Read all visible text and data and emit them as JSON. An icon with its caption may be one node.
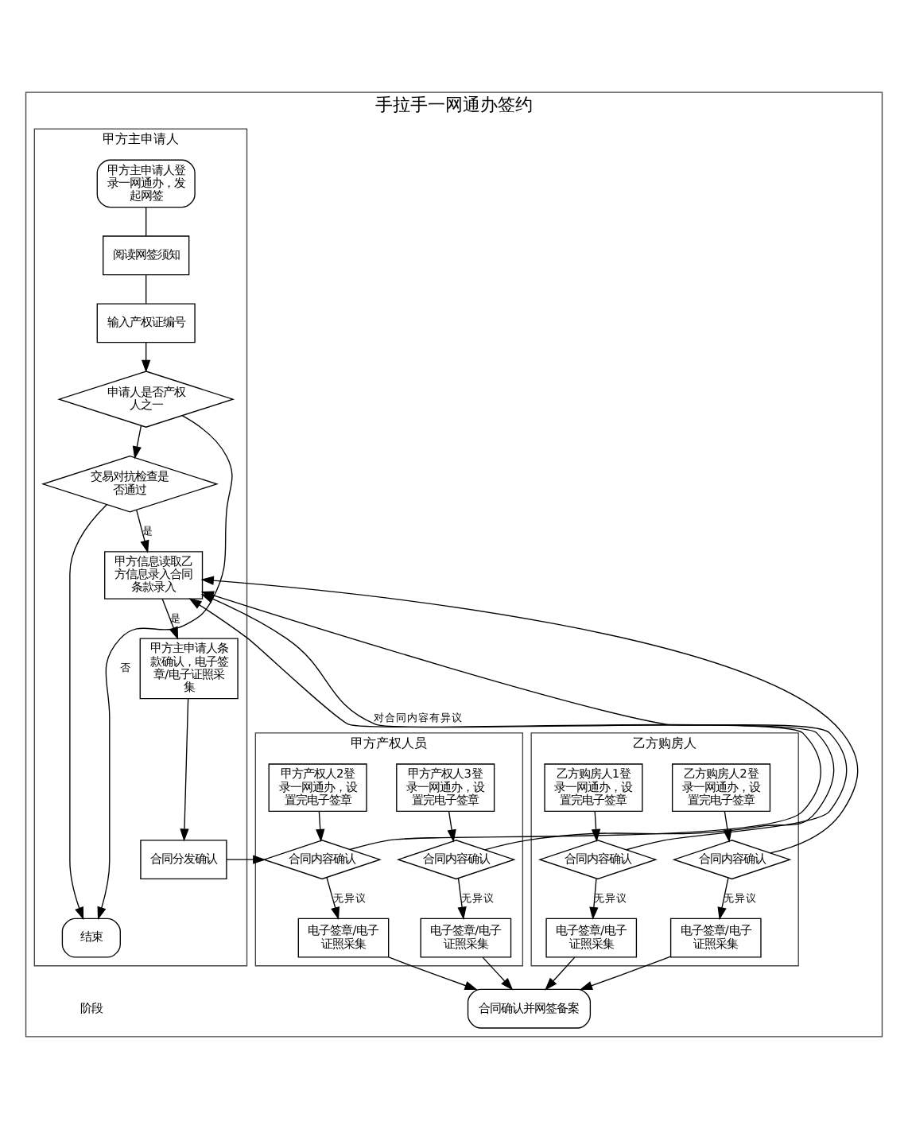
{
  "diagram": {
    "nodes": [
      {
        "text": [
          "手拉手一网通办签约"
        ]
      },
      {
        "text": [
          "甲方主申请人"
        ],
        "in": 0
      },
      {
        "text": [
          "甲方产权人员"
        ],
        "in": 0
      },
      {
        "text": [
          "乙方购房人"
        ],
        "in": 0
      },
      {
        "text": [
          "甲方主申请人登录一网通办，发起网签"
        ],
        "in": 1
      },
      {
        "text": [
          "阅读网签须知"
        ],
        "in": 1
      },
      {
        "text": [
          "输入产权证编号"
        ],
        "in": 1
      },
      {
        "text": [
          "申请人是否产权人之一"
        ],
        "in": 1
      },
      {
        "text": [
          "交易对抗检查是否通过"
        ],
        "in": 1
      },
      {
        "text": [
          "甲方信息读取乙方信息录入合同条款录入"
        ],
        "in": 1
      },
      {
        "text": [
          "甲方主申请人条款确认，电子签章/电子证照采集"
        ],
        "in": 1
      },
      {
        "text": [
          "合同分发确认"
        ],
        "in": 1
      },
      {
        "text": [
          "结束"
        ],
        "in": 1
      },
      {
        "text": [
          "甲方产权人2登录一网通办，设置完电子签章"
        ],
        "in": 2
      },
      {
        "text": [
          "甲方产权人3登录一网通办，设置完电子签章"
        ],
        "in": 2
      },
      {
        "text": [
          "乙方购房人1登录一网通办，设置完电子签章"
        ],
        "in": 3
      },
      {
        "text": [
          "乙方购房人2登录一网通办，设置完电子签章"
        ],
        "in": 3
      },
      {
        "text": [
          "合同内容确认"
        ],
        "in": 2
      },
      {
        "text": [
          "合同内容确认"
        ],
        "in": 2
      },
      {
        "text": [
          "合同内容确认"
        ],
        "in": 3
      },
      {
        "text": [
          "合同内容确认"
        ],
        "in": 3
      },
      {
        "text": [
          "电子签章/电子证照采集"
        ],
        "in": 2
      },
      {
        "text": [
          "电子签章/电子证照采集"
        ],
        "in": 2
      },
      {
        "text": [
          "电子签章/电子证照采集"
        ],
        "in": 3
      },
      {
        "text": [
          "电子签章/电子证照采集"
        ],
        "in": 3
      },
      {
        "text": [
          "合同确认并网签备案"
        ],
        "in": 0
      }
    ],
    "edges": [
      {
        "from": 4,
        "to": 5,
        "arrow": "none"
      },
      {
        "from": 5,
        "to": 6,
        "arrow": "none"
      },
      {
        "from": 6,
        "to": 7,
        "arrow": "to"
      },
      {
        "from": 7,
        "to": 8,
        "arrow": "to"
      },
      {
        "from": 8,
        "to": 9,
        "arrow": "to",
        "label": "是"
      },
      {
        "from": 9,
        "to": 10,
        "arrow": "to",
        "label": "是"
      },
      {
        "from": 10,
        "to": 11,
        "arrow": "to"
      },
      {
        "from": 11,
        "to": 17,
        "arrow": "to"
      },
      {
        "from": 7,
        "to": 12,
        "arrow": "to",
        "label": "否"
      },
      {
        "from": 8,
        "to": 12,
        "arrow": "to"
      },
      {
        "from": 13,
        "to": 17,
        "arrow": "to"
      },
      {
        "from": 14,
        "to": 18,
        "arrow": "to"
      },
      {
        "from": 15,
        "to": 19,
        "arrow": "to"
      },
      {
        "from": 16,
        "to": 20,
        "arrow": "to"
      },
      {
        "from": 17,
        "to": 21,
        "arrow": "to",
        "label": "无异议"
      },
      {
        "from": 18,
        "to": 22,
        "arrow": "to",
        "label": "无异议"
      },
      {
        "from": 19,
        "to": 23,
        "arrow": "to",
        "label": "无异议"
      },
      {
        "from": 20,
        "to": 24,
        "arrow": "to",
        "label": "无异议"
      },
      {
        "from": 17,
        "to": 9,
        "arrow": "to"
      },
      {
        "from": 18,
        "to": 9,
        "arrow": "to",
        "label": "对合同内容有异议"
      },
      {
        "from": 19,
        "to": 9,
        "arrow": "to"
      },
      {
        "from": 20,
        "to": 9,
        "arrow": "to"
      },
      {
        "from": 21,
        "to": 25,
        "arrow": "to"
      },
      {
        "from": 22,
        "to": 25,
        "arrow": "to"
      },
      {
        "from": 23,
        "to": 25,
        "arrow": "to"
      },
      {
        "from": 24,
        "to": 25,
        "arrow": "to"
      }
    ],
    "labels": [
      "阶段"
    ]
  }
}
